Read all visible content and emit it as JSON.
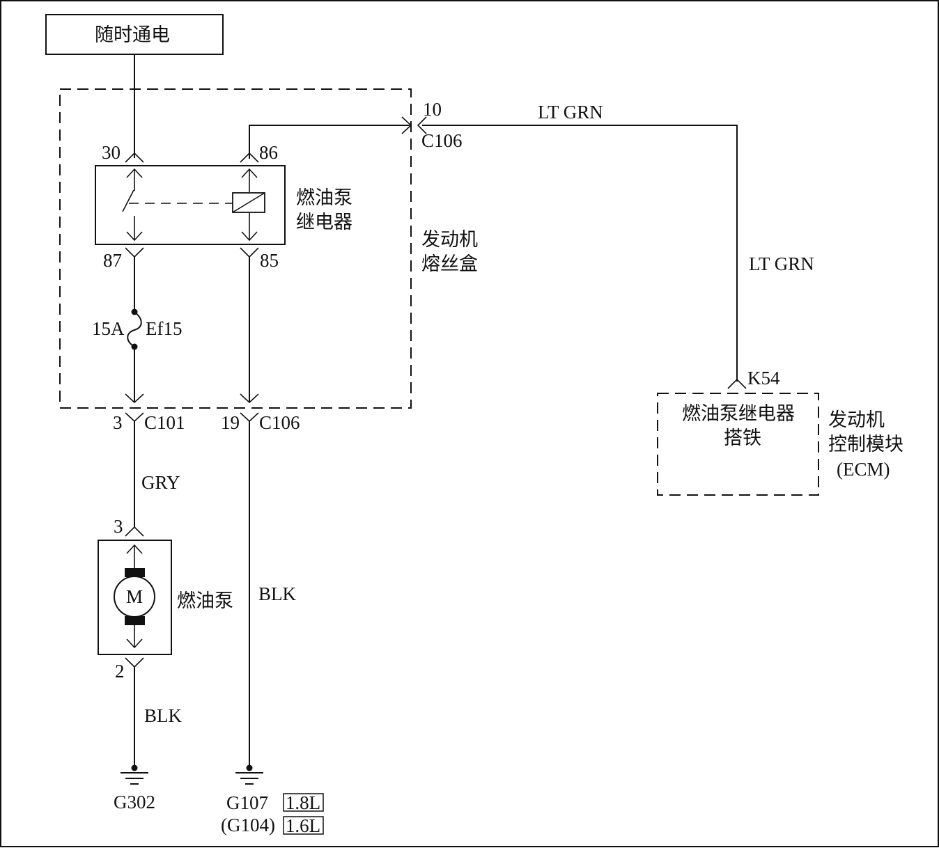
{
  "power_label": "随时通电",
  "fuse_box": {
    "title_line1": "发动机",
    "title_line2": "熔丝盒"
  },
  "relay": {
    "name_line1": "燃油泵",
    "name_line2": "继电器",
    "pin_30": "30",
    "pin_86": "86",
    "pin_87": "87",
    "pin_85": "85"
  },
  "fuse": {
    "rating": "15A",
    "name": "Ef15"
  },
  "connectors": {
    "c106_pin10": "10",
    "c106_name_top": "C106",
    "c101_pin": "3",
    "c101_name": "C101",
    "c106_pin19": "19",
    "c106_name_bottom": "C106"
  },
  "wires": {
    "lt_grn_top": "LT GRN",
    "lt_grn_side": "LT GRN",
    "gry": "GRY",
    "blk_pump": "BLK",
    "blk_right": "BLK"
  },
  "pump": {
    "name": "燃油泵",
    "motor_symbol": "M",
    "pin_top": "3",
    "pin_bottom": "2"
  },
  "ecm": {
    "pin": "K54",
    "function_line1": "燃油泵继电器",
    "function_line2": "搭铁",
    "title_line1": "发动机",
    "title_line2": "控制模块",
    "title_line3": "(ECM)"
  },
  "grounds": {
    "g302": "G302",
    "g107": "G107",
    "g107_engine": "1.8L",
    "g104": "(G104)",
    "g104_engine": "1.6L"
  }
}
